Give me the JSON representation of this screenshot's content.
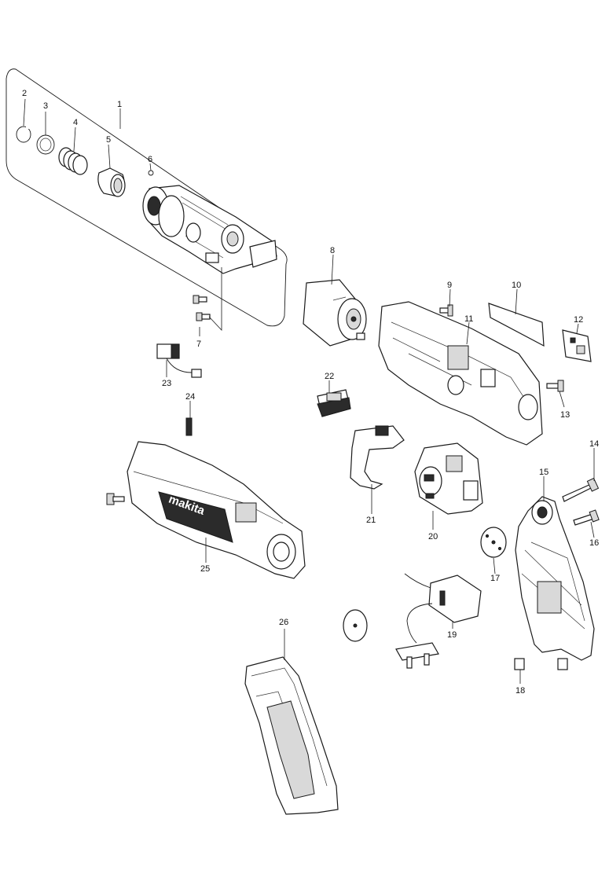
{
  "logo": {
    "text": "makita"
  },
  "callouts": [
    "1",
    "2",
    "3",
    "4",
    "5",
    "6",
    "7",
    "8",
    "9",
    "10",
    "11",
    "12",
    "13",
    "14",
    "15",
    "16",
    "17",
    "18",
    "19",
    "20",
    "21",
    "22",
    "23",
    "24",
    "25",
    "26"
  ]
}
